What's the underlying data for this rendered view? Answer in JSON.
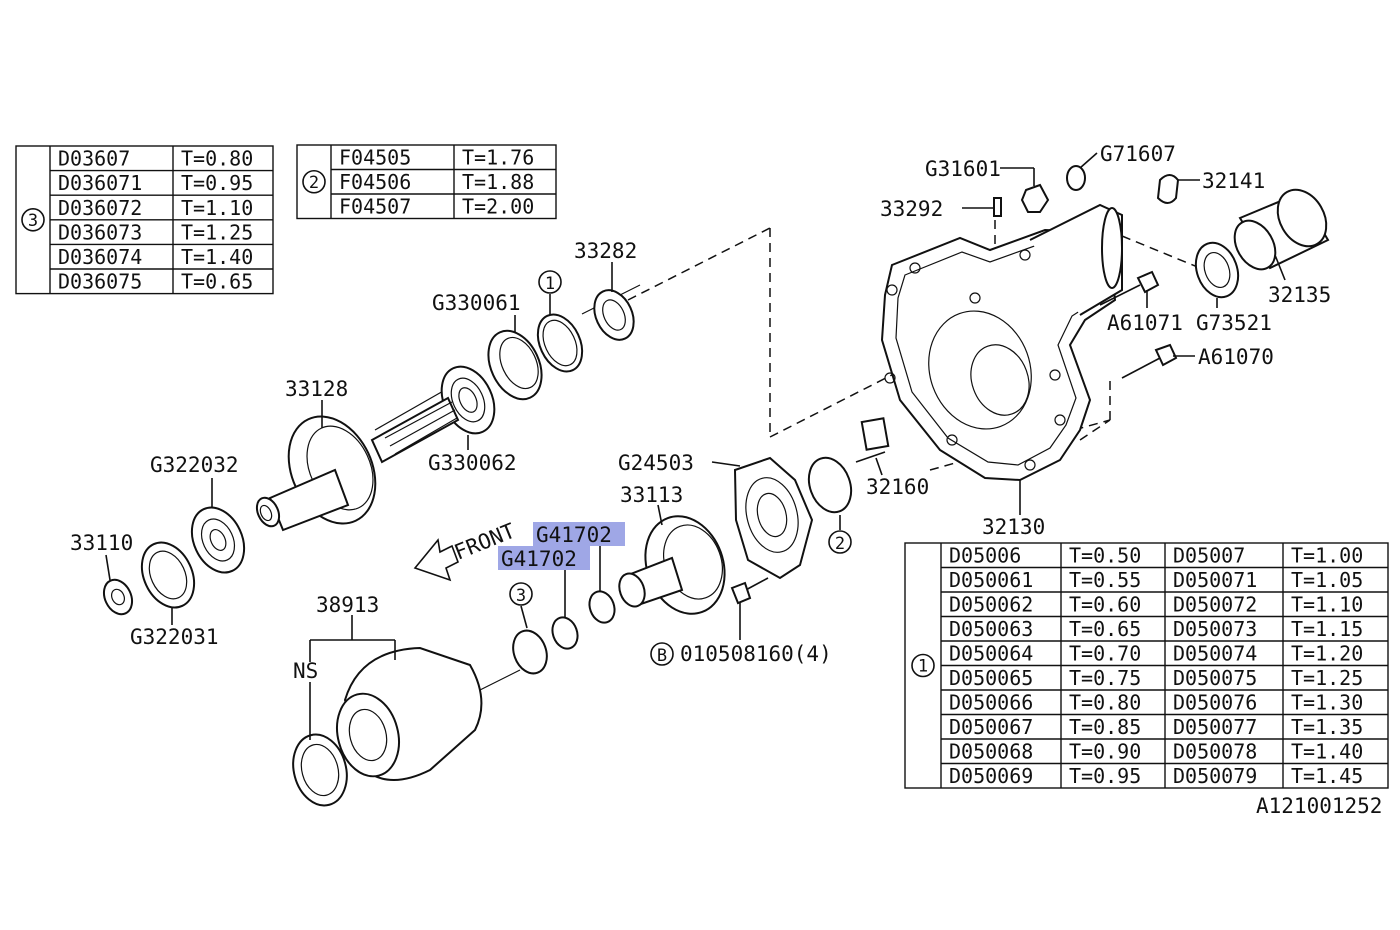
{
  "diagram": {
    "front_label": "FRONT",
    "figure_code": "A121001252",
    "highlight_color": "#9fa7e6",
    "ref_markers": {
      "circle_1": "1",
      "circle_2": "2",
      "circle_3": "3",
      "circle_b": "B"
    },
    "labels": {
      "g31601": "G31601",
      "g71607": "G71607",
      "p32141": "32141",
      "p33292": "33292",
      "p32135": "32135",
      "a61071": "A61071",
      "g73521": "G73521",
      "a61070": "A61070",
      "p33282": "33282",
      "g330061": "G330061",
      "p33128": "33128",
      "g330062": "G330062",
      "g322032": "G322032",
      "p33110": "33110",
      "g322031": "G322031",
      "g24503": "G24503",
      "p33113": "33113",
      "p32160": "32160",
      "p32130": "32130",
      "g41702_a": "G41702",
      "g41702_b": "G41702",
      "p38913": "38913",
      "ns": "NS",
      "bolt_b": "010508160(4)"
    }
  },
  "tables": {
    "table3": {
      "marker": "3",
      "rows": [
        [
          "D03607",
          "T=0.80"
        ],
        [
          "D036071",
          "T=0.95"
        ],
        [
          "D036072",
          "T=1.10"
        ],
        [
          "D036073",
          "T=1.25"
        ],
        [
          "D036074",
          "T=1.40"
        ],
        [
          "D036075",
          "T=0.65"
        ]
      ]
    },
    "table2": {
      "marker": "2",
      "rows": [
        [
          "F04505",
          "T=1.76"
        ],
        [
          "F04506",
          "T=1.88"
        ],
        [
          "F04507",
          "T=2.00"
        ]
      ]
    },
    "table1": {
      "marker": "1",
      "rows": [
        [
          "D05006",
          "T=0.50",
          "D05007",
          "T=1.00"
        ],
        [
          "D050061",
          "T=0.55",
          "D050071",
          "T=1.05"
        ],
        [
          "D050062",
          "T=0.60",
          "D050072",
          "T=1.10"
        ],
        [
          "D050063",
          "T=0.65",
          "D050073",
          "T=1.15"
        ],
        [
          "D050064",
          "T=0.70",
          "D050074",
          "T=1.20"
        ],
        [
          "D050065",
          "T=0.75",
          "D050075",
          "T=1.25"
        ],
        [
          "D050066",
          "T=0.80",
          "D050076",
          "T=1.30"
        ],
        [
          "D050067",
          "T=0.85",
          "D050077",
          "T=1.35"
        ],
        [
          "D050068",
          "T=0.90",
          "D050078",
          "T=1.40"
        ],
        [
          "D050069",
          "T=0.95",
          "D050079",
          "T=1.45"
        ]
      ]
    }
  }
}
